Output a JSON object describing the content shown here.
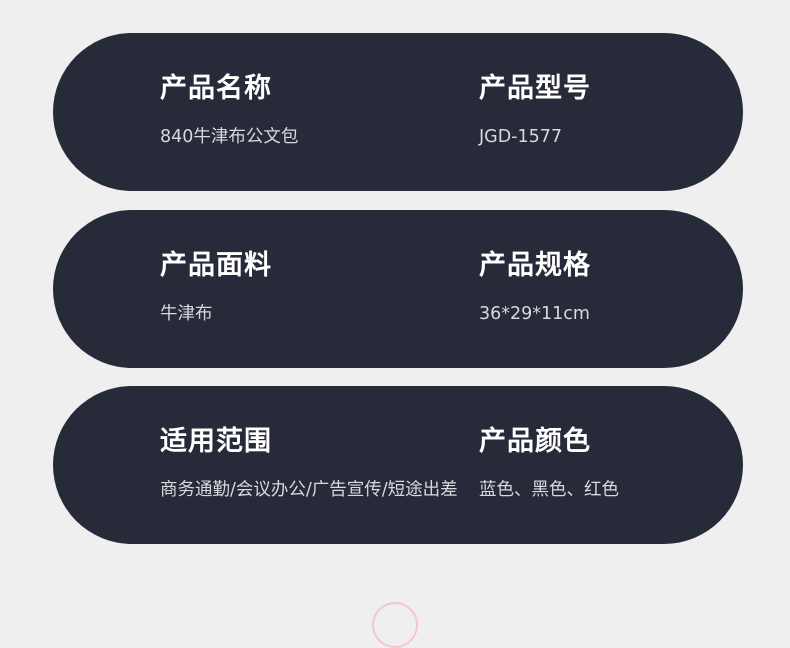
{
  "specs": [
    {
      "left": {
        "label": "产品名称",
        "value": "840牛津布公文包"
      },
      "right": {
        "label": "产品型号",
        "value": "JGD-1577"
      }
    },
    {
      "left": {
        "label": "产品面料",
        "value": "牛津布"
      },
      "right": {
        "label": "产品规格",
        "value": "36*29*11cm"
      }
    },
    {
      "left": {
        "label": "适用范围",
        "value": "商务通勤/会议办公/广告宣传/短途出差"
      },
      "right": {
        "label": "产品颜色",
        "value": "蓝色、黑色、红色"
      }
    }
  ],
  "colors": {
    "background": "#efefef",
    "card": "#272a38",
    "label_text": "#ffffff",
    "value_text": "#d7d9de"
  }
}
